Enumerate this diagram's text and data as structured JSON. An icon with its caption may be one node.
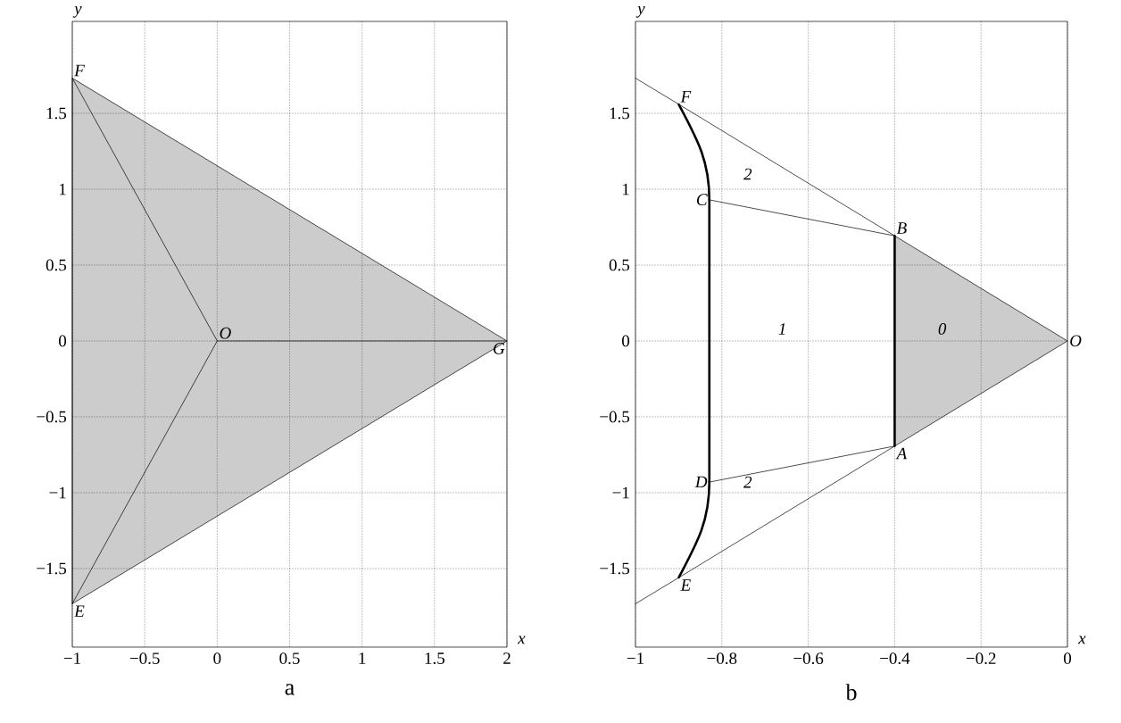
{
  "diagram": {
    "nodes": [
      {
        "text": [
          "F"
        ]
      },
      {
        "text": [
          "O"
        ]
      },
      {
        "text": [
          "G"
        ]
      },
      {
        "text": [
          "E"
        ]
      },
      {
        "text": [
          "F"
        ]
      },
      {
        "text": [
          "C"
        ]
      },
      {
        "text": [
          "B"
        ]
      },
      {
        "text": [
          "O"
        ]
      },
      {
        "text": [
          "A"
        ]
      },
      {
        "text": [
          "D"
        ]
      },
      {
        "text": [
          "E"
        ]
      }
    ],
    "edges": [
      {
        "from": 0,
        "to": 1,
        "arrow": "none"
      },
      {
        "from": 1,
        "to": 2,
        "arrow": "none"
      },
      {
        "from": 3,
        "to": 1,
        "arrow": "none"
      },
      {
        "from": 0,
        "to": 2,
        "arrow": "none"
      },
      {
        "from": 3,
        "to": 2,
        "arrow": "none"
      },
      {
        "from": 0,
        "to": 3,
        "arrow": "none"
      },
      {
        "from": null,
        "to": 4,
        "arrow": "none"
      },
      {
        "from": 4,
        "to": 6,
        "arrow": "none"
      },
      {
        "from": 6,
        "to": 7,
        "arrow": "none"
      },
      {
        "from": null,
        "to": 10,
        "arrow": "none"
      },
      {
        "from": 10,
        "to": 8,
        "arrow": "none"
      },
      {
        "from": 8,
        "to": 7,
        "arrow": "none"
      },
      {
        "from": 5,
        "to": 6,
        "arrow": "none"
      },
      {
        "from": 9,
        "to": 8,
        "arrow": "none"
      },
      {
        "from": 4,
        "to": 5,
        "arrow": "none",
        "style": "thick"
      },
      {
        "from": 5,
        "to": 9,
        "arrow": "none",
        "style": "thick"
      },
      {
        "from": 9,
        "to": 10,
        "arrow": "none",
        "style": "thick"
      },
      {
        "from": 6,
        "to": 8,
        "arrow": "none",
        "style": "thick"
      }
    ],
    "labels": [
      "y",
      "1.5",
      "1",
      "0.5",
      "0",
      "−0.5",
      "−1",
      "−1.5",
      "x",
      "−1",
      "−0.5",
      "0",
      "0.5",
      "1",
      "1.5",
      "2",
      "a",
      "y",
      "1.5",
      "1",
      "0.5",
      "0",
      "−0.5",
      "−1",
      "−1.5",
      "x",
      "−1",
      "−0.8",
      "−0.6",
      "−0.4",
      "−0.2",
      "0",
      "b",
      "2",
      "1",
      "0",
      "2"
    ]
  }
}
